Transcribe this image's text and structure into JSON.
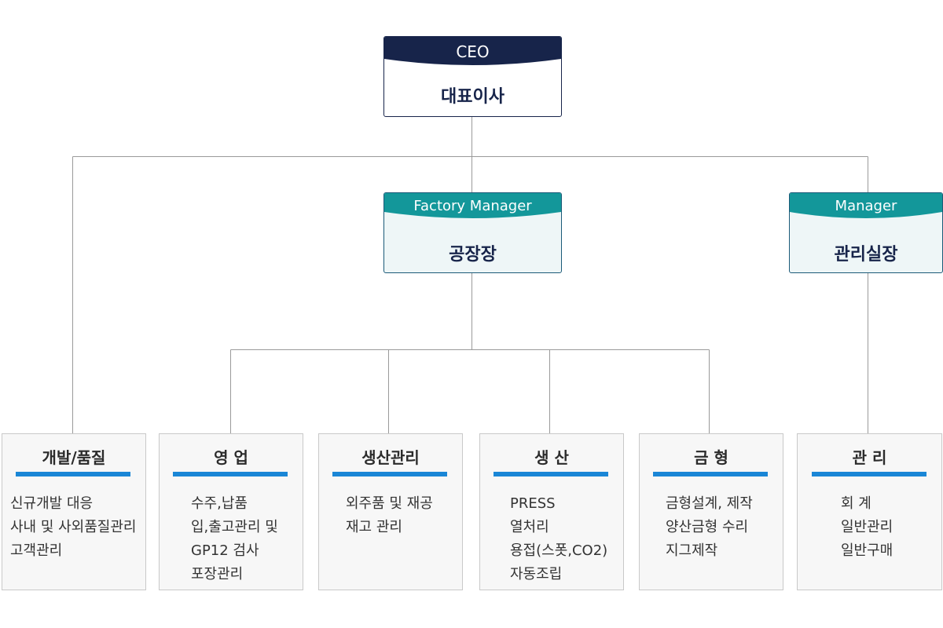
{
  "ceo": {
    "caption": "CEO",
    "title": "대표이사"
  },
  "factory_manager": {
    "caption": "Factory Manager",
    "title": "공장장"
  },
  "manager": {
    "caption": "Manager",
    "title": "관리실장"
  },
  "departments": [
    {
      "name": "개발/품질",
      "items": [
        "신규개발 대응",
        "사내 및 사외품질관리",
        "고객관리"
      ]
    },
    {
      "name": "영 업",
      "items": [
        "수주,납품",
        "입,출고관리 및",
        "GP12 검사",
        "포장관리"
      ]
    },
    {
      "name": "생산관리",
      "items": [
        "외주품 및 재공",
        "재고 관리"
      ]
    },
    {
      "name": "생 산",
      "items": [
        "PRESS",
        "열처리",
        "용접(스폿,CO2)",
        "자동조립"
      ]
    },
    {
      "name": "금 형",
      "items": [
        "금형설계, 제작",
        "양산금형 수리",
        "지그제작"
      ]
    },
    {
      "name": "관 리",
      "items": [
        "회 계",
        "일반관리",
        "일반구매"
      ]
    }
  ],
  "colors": {
    "navy": "#17244a",
    "teal": "#13979a",
    "teal_fill": "#eef6f7",
    "accent_bar": "#1a86d6",
    "connector": "#9a9a9a",
    "dept_fill": "#f7f7f7"
  }
}
